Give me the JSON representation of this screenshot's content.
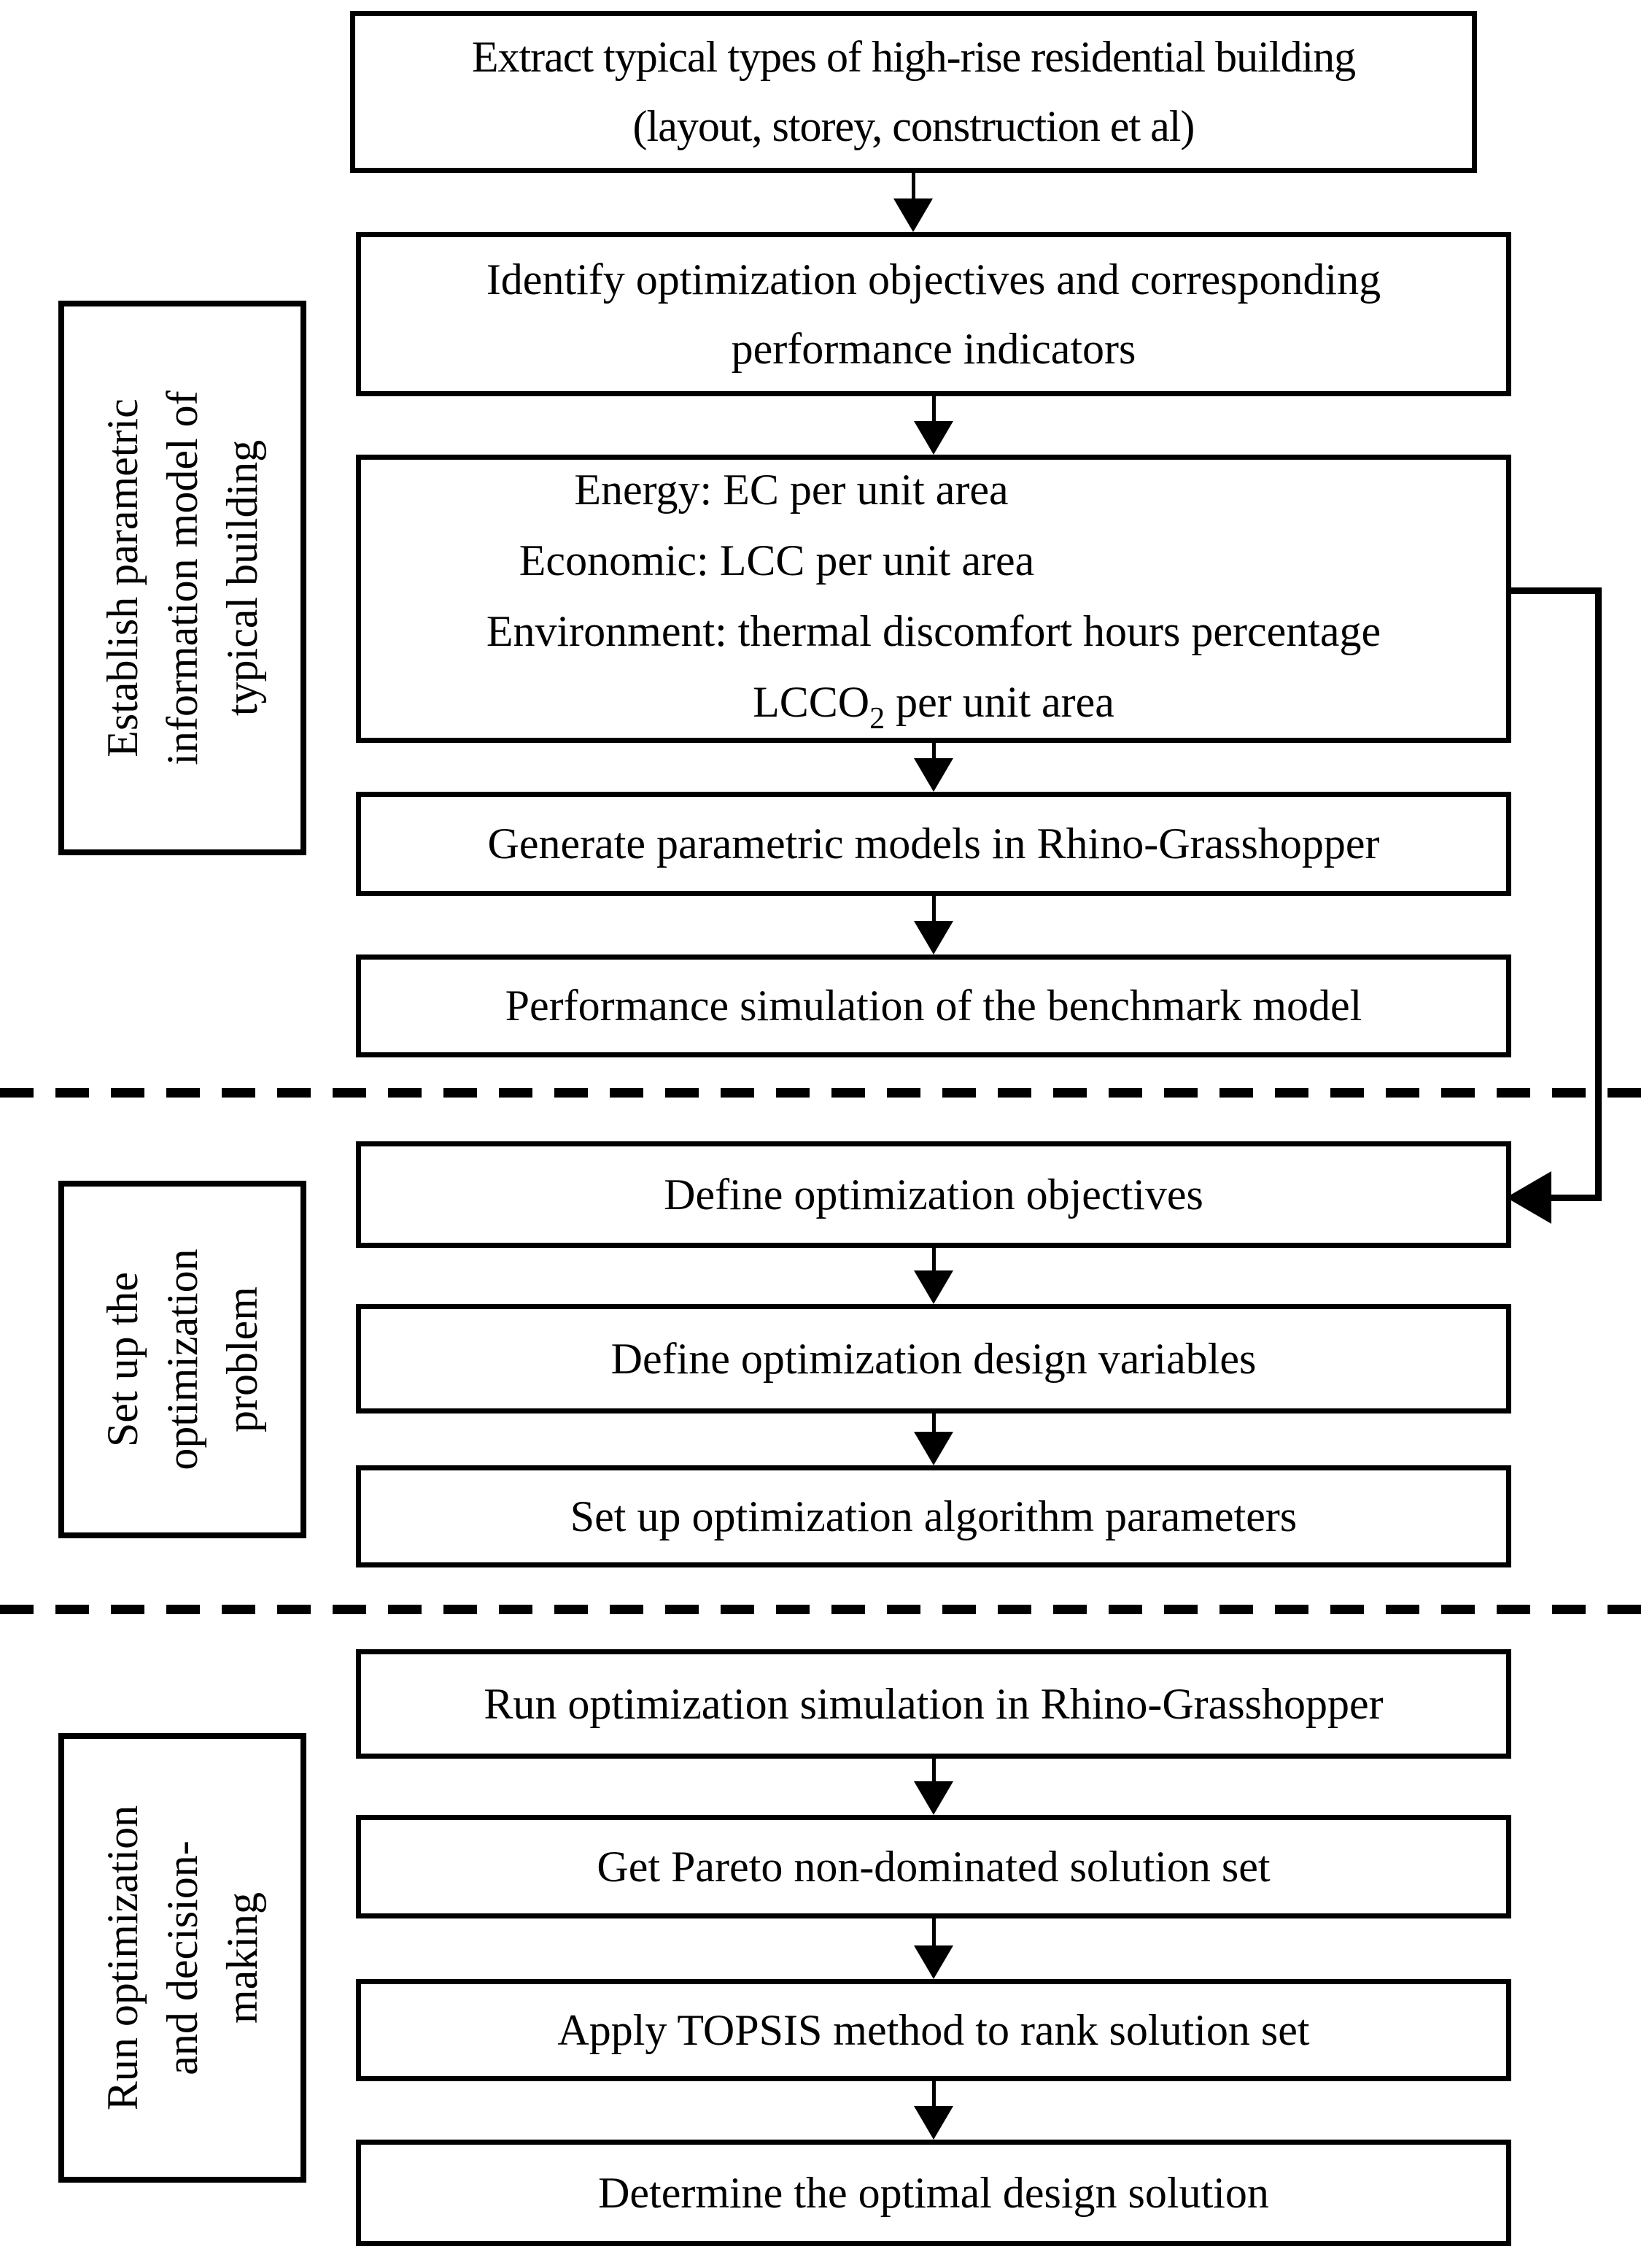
{
  "diagram": {
    "background_color": "#ffffff",
    "line_color": "#000000",
    "sections": {
      "section1_label": "Establish parametric\ninformation model of\ntypical building",
      "section2_label": "Set up the\noptimization\nproblem",
      "section3_label": "Run optimization\nand decision-\nmaking"
    },
    "boxes": {
      "extract": "Extract typical types of high-rise residential building\n(layout, storey, construction et al)",
      "identify": "Identify optimization objectives and corresponding\nperformance indicators",
      "indicators": {
        "line1": "Energy: EC per unit area",
        "line2": "Economic: LCC per unit area",
        "line3": "Environment: thermal discomfort hours percentage",
        "line4_pre": "LCCO",
        "line4_sub": "2",
        "line4_post": " per unit area"
      },
      "generate": "Generate parametric models in Rhino-Grasshopper",
      "performance": "Performance simulation of the benchmark model",
      "define_objectives": "Define optimization objectives",
      "define_variables": "Define optimization design variables",
      "setup_algorithm": "Set up optimization algorithm parameters",
      "run_simulation": "Run optimization simulation in Rhino-Grasshopper",
      "pareto": "Get Pareto non-dominated solution set",
      "topsis": "Apply TOPSIS method to rank solution set",
      "determine": "Determine the optimal design solution"
    }
  }
}
